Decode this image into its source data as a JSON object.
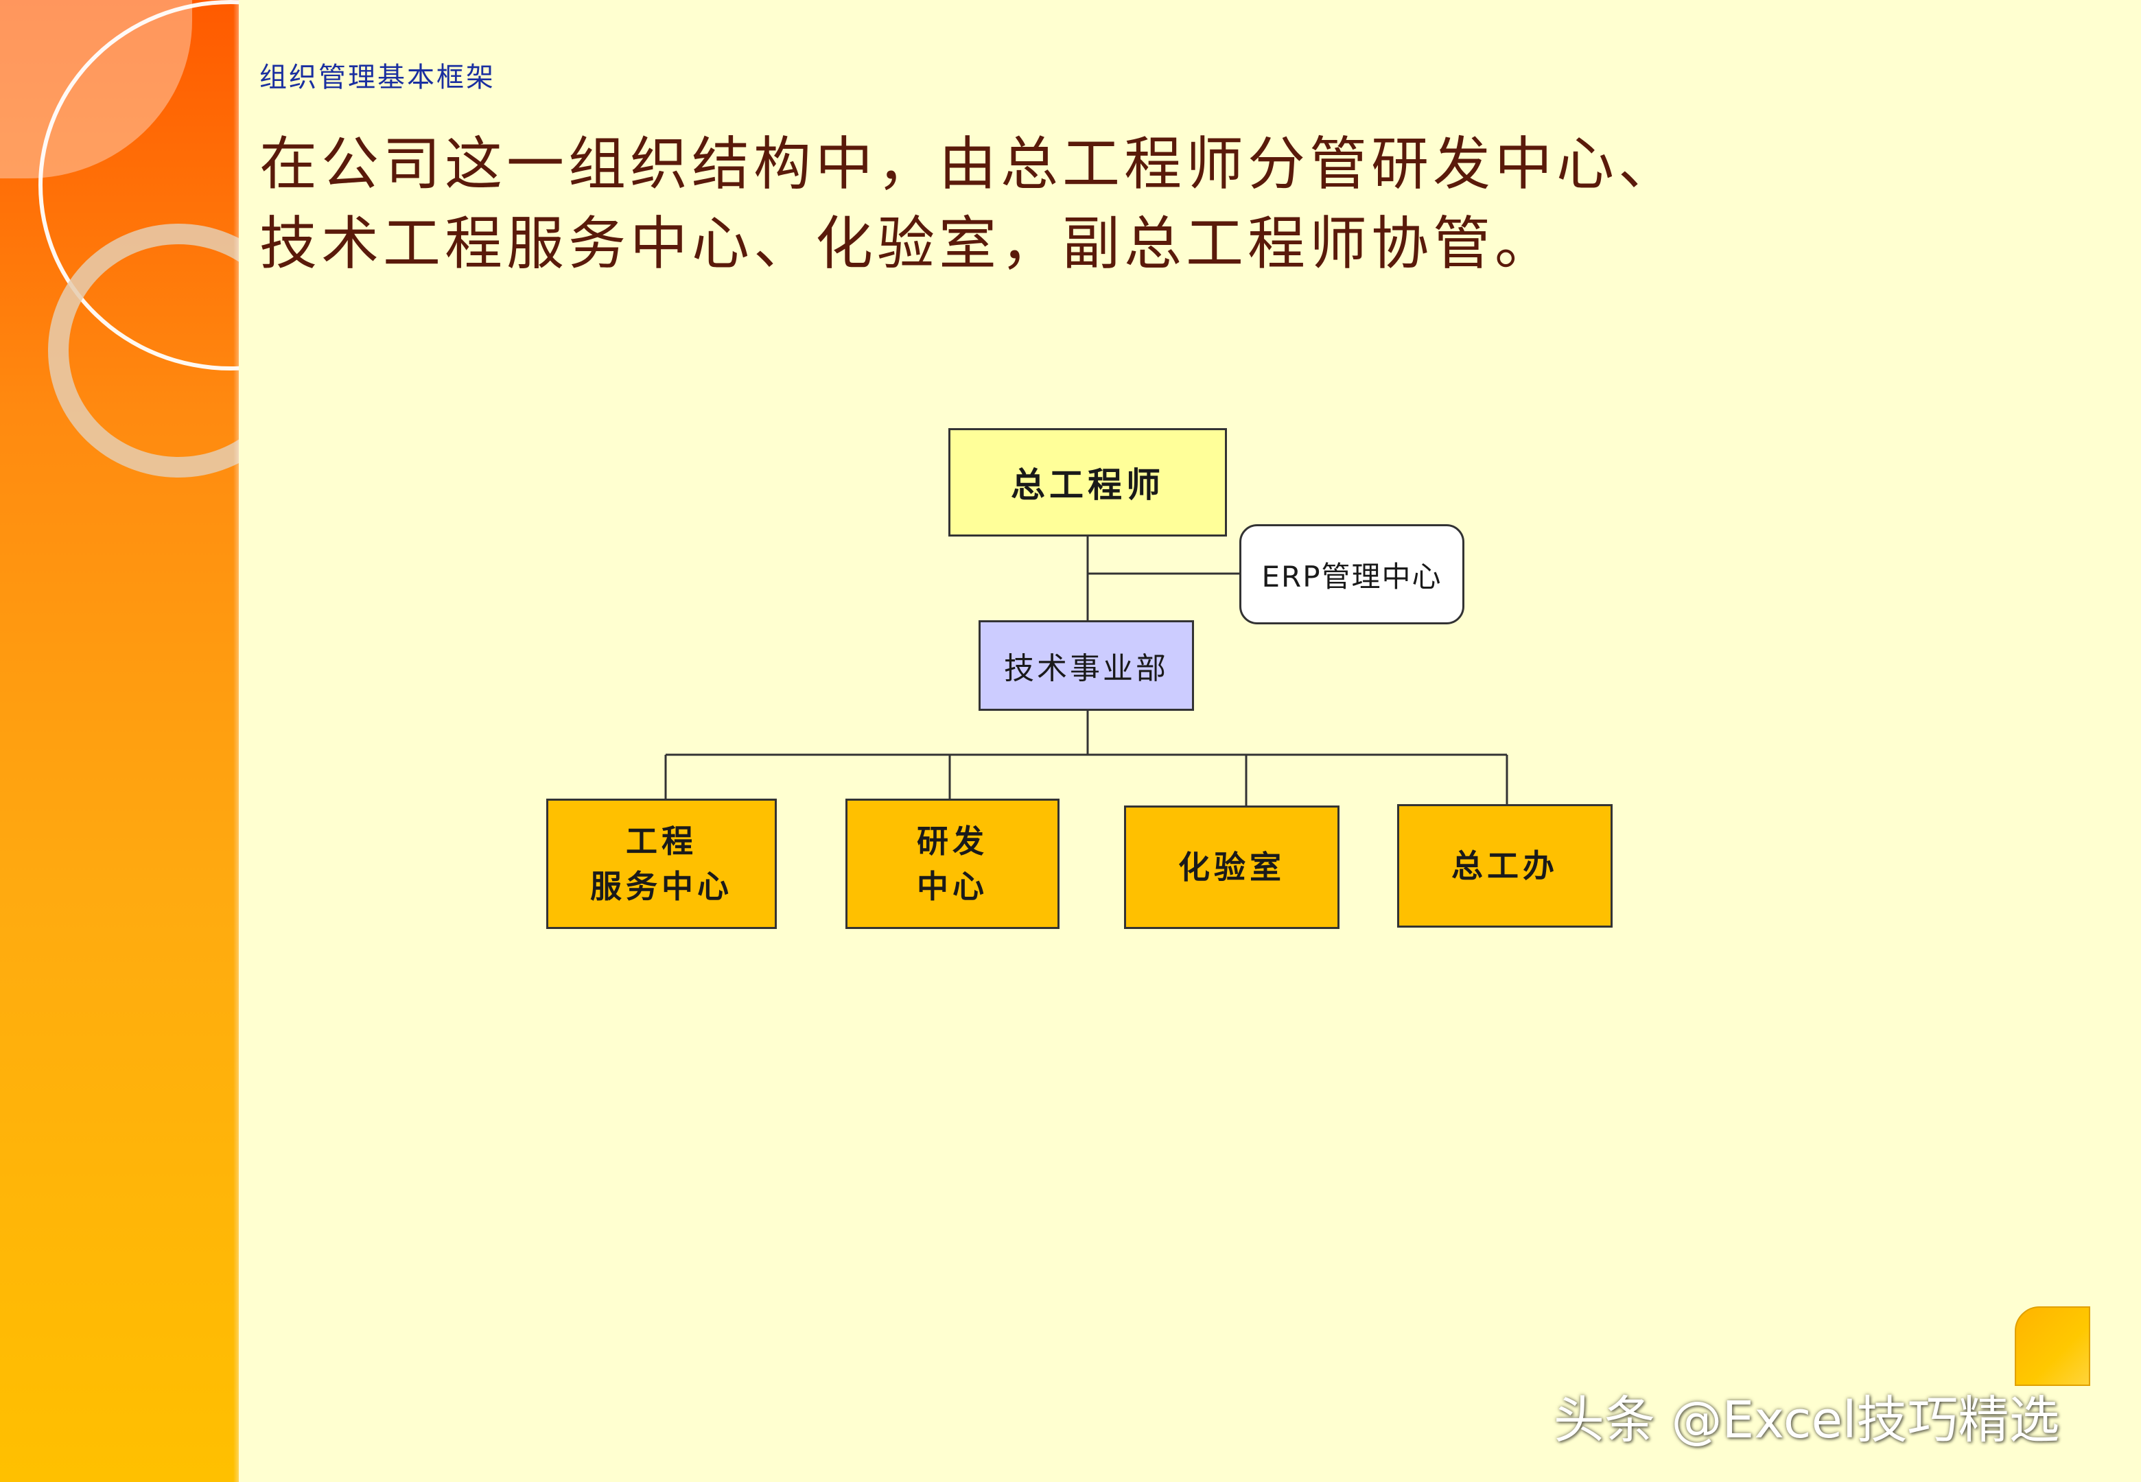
{
  "slide": {
    "header_label": "组织管理基本框架",
    "headline_line1": "在公司这一组织结构中，由总工程师分管研发中心、",
    "headline_line2": "技术工程服务中心、化验室，副总工程师协管。"
  },
  "org_chart": {
    "root": "总工程师",
    "side_unit": "ERP管理中心",
    "middle": "技术事业部",
    "children": [
      "工程\n服务中心",
      "研发\n中心",
      "化验室",
      "总工办"
    ]
  },
  "colors": {
    "root_fill": "#FFFF99",
    "middle_fill": "#CCCCFF",
    "child_fill": "#FFC000",
    "side_fill": "#FFFFFF",
    "background": "#FFFFD0",
    "headline": "#5A1A0A",
    "header_label": "#1A2FA0"
  },
  "watermark": "头条 @Excel技巧精选"
}
